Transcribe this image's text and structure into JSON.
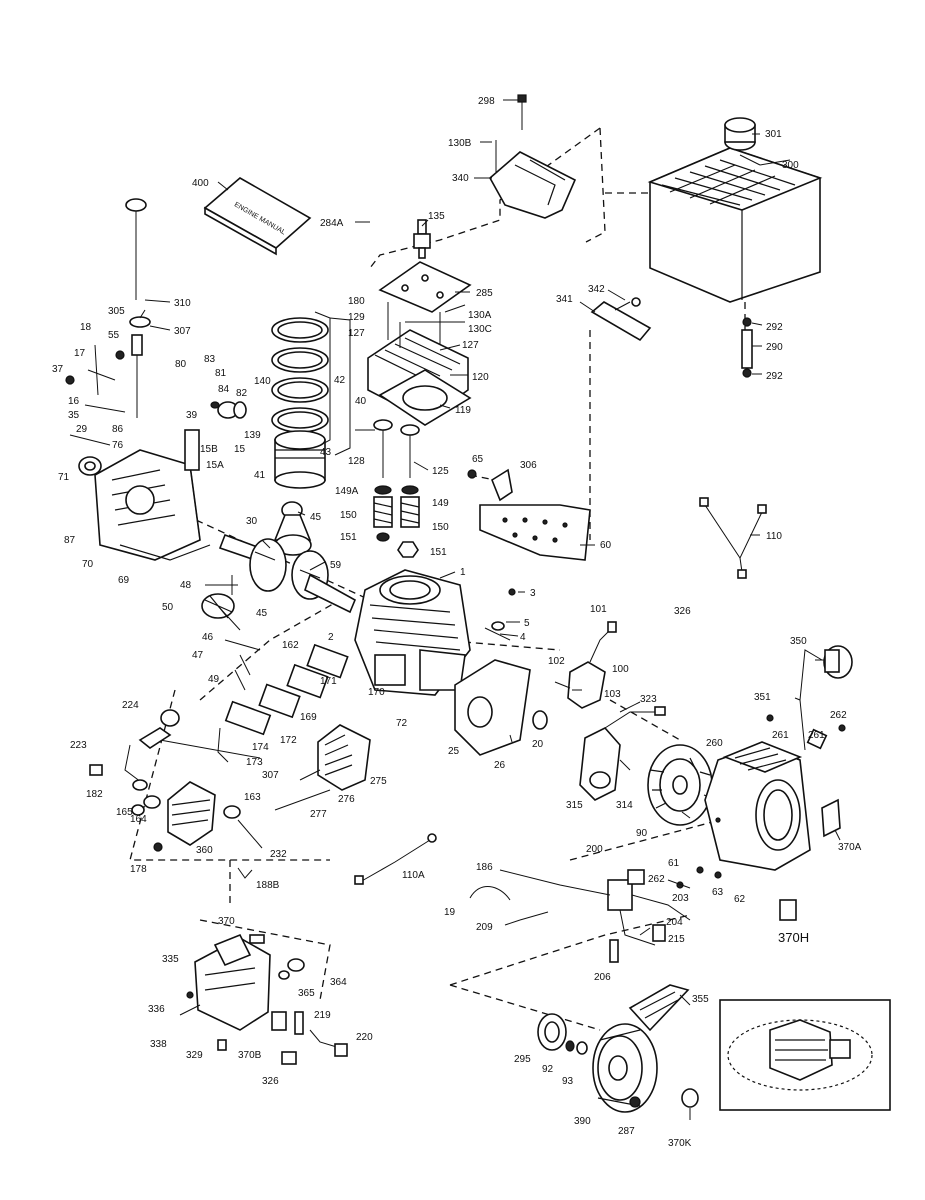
{
  "diagram": {
    "labels": {
      "l298": "298",
      "l130b": "130B",
      "l340": "340",
      "l301": "301",
      "l300": "300",
      "l400": "400",
      "l284a": "284A",
      "l135": "135",
      "l285": "285",
      "l342": "342",
      "l341": "341",
      "l292a": "292",
      "l290": "290",
      "l292b": "292",
      "l310": "310",
      "l305": "305",
      "l307": "307",
      "l180": "180",
      "l129": "129",
      "l127a": "127",
      "l127b": "127",
      "l130a": "130A",
      "l130c": "130C",
      "l120": "120",
      "l119": "119",
      "l42": "42",
      "l40": "40",
      "l18": "18",
      "l17": "17",
      "l55": "55",
      "l37a": "37",
      "l16": "16",
      "l35": "35",
      "l29": "29",
      "l86": "86",
      "l76": "76",
      "l71": "71",
      "l87": "87",
      "l70": "70",
      "l69": "69",
      "l80": "80",
      "l83": "83",
      "l81": "81",
      "l84": "84",
      "l82": "82",
      "l140": "140",
      "l139": "139",
      "l39": "39",
      "l15b": "15B",
      "l15": "15",
      "l15a": "15A",
      "l41": "41",
      "l43": "43",
      "l128": "128",
      "l125": "125",
      "l149a": "149A",
      "l149": "149",
      "l150a": "150",
      "l150b": "150",
      "l151a": "151",
      "l151b": "151",
      "l65": "65",
      "l306": "306",
      "l60": "60",
      "l110": "110",
      "l30": "30",
      "l45a": "45",
      "l59": "59",
      "l1": "1",
      "l3": "3",
      "l5": "5",
      "l4": "4",
      "l48": "48",
      "l50": "50",
      "l45b": "45",
      "l46": "46",
      "l47": "47",
      "l49": "49",
      "l162": "162",
      "l2": "2",
      "l171": "171",
      "l170": "170",
      "l169": "169",
      "l172": "172",
      "l174": "174",
      "l173": "173",
      "l307b": "307",
      "l72": "72",
      "l25": "25",
      "l20": "20",
      "l26": "26",
      "l275": "275",
      "l276": "276",
      "l277": "277",
      "l224": "224",
      "l223": "223",
      "l182": "182",
      "l165": "165",
      "l164": "164",
      "l360": "360",
      "l163": "163",
      "l232": "232",
      "l178": "178",
      "l188b": "188B",
      "l110a": "110A",
      "l101": "101",
      "l102": "102",
      "l100": "100",
      "l103": "103",
      "l323": "323",
      "l326": "326",
      "l350": "350",
      "l351": "351",
      "l262a": "262",
      "l261a": "261",
      "l261b": "261",
      "l260": "260",
      "l315": "315",
      "l314": "314",
      "l90": "90",
      "l370a": "370A",
      "l200": "200",
      "l186": "186",
      "l61": "61",
      "l262b": "262",
      "l63": "63",
      "l62": "62",
      "l203": "203",
      "l204": "204",
      "l215": "215",
      "l19": "19",
      "l209": "209",
      "l206": "206",
      "l370h": "370H",
      "l370": "370",
      "l335": "335",
      "l364": "364",
      "l365": "365",
      "l336": "336",
      "l338": "338",
      "l219": "219",
      "l220": "220",
      "l329": "329",
      "l370b": "370B",
      "l326b": "326",
      "l355": "355",
      "l295": "295",
      "l92": "92",
      "l93": "93",
      "l390": "390",
      "l287": "287",
      "l370k": "370K",
      "manual_title": "ENGINE MANUAL"
    }
  }
}
